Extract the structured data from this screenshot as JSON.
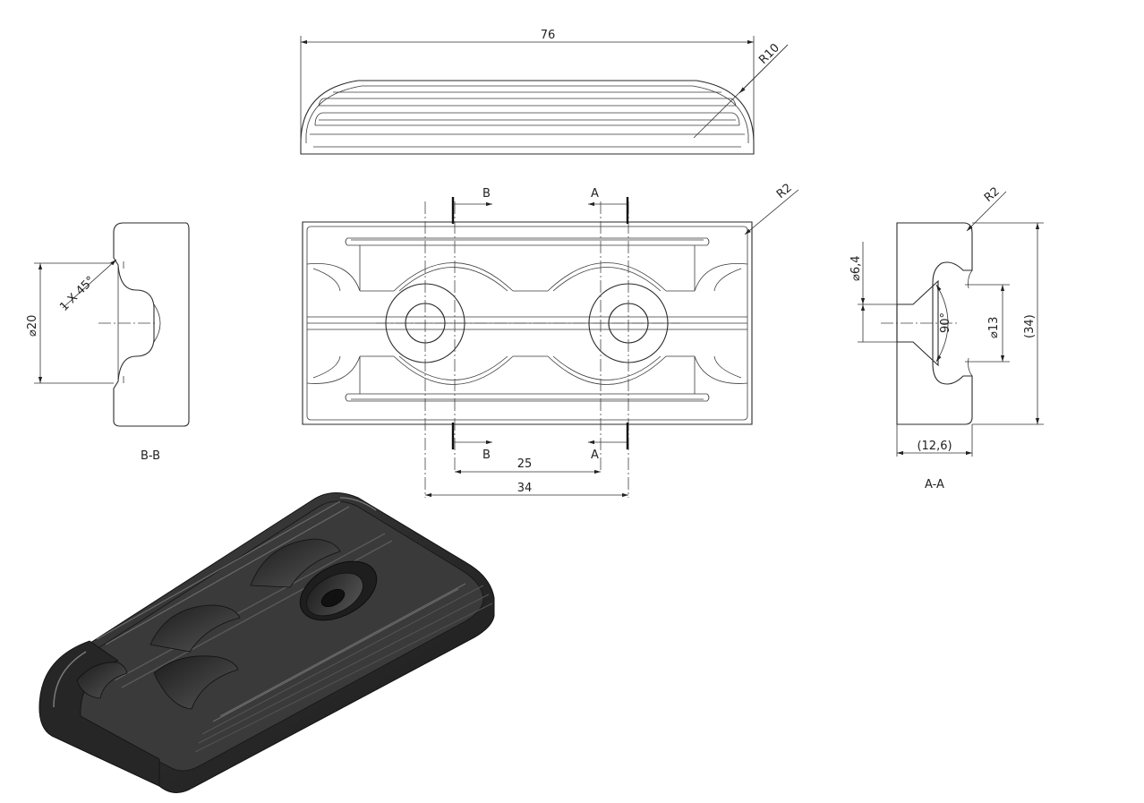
{
  "dimensions": {
    "top_width": "76",
    "top_radius": "R10",
    "front_radius": "R2",
    "center_distance": "25",
    "outer_distance": "34",
    "bb_diameter": "⌀20",
    "bb_chamfer": "1 X 45°",
    "aa_radius": "R2",
    "aa_hole_diameter": "⌀6,4",
    "aa_countersink_angle": "90°",
    "aa_countersink_diameter": "⌀13",
    "aa_height": "(34)",
    "aa_thickness": "(12,6)"
  },
  "section_marks": {
    "b_top": "B",
    "a_top": "A",
    "b_bottom": "B",
    "a_bottom": "A"
  },
  "view_labels": {
    "section_bb": "B-B",
    "section_aa": "A-A"
  },
  "colors": {
    "line": "#2a2a2a",
    "hatch": "#555555",
    "iso_body": "#2b2b2b",
    "iso_highlight": "#6a6a6a"
  }
}
